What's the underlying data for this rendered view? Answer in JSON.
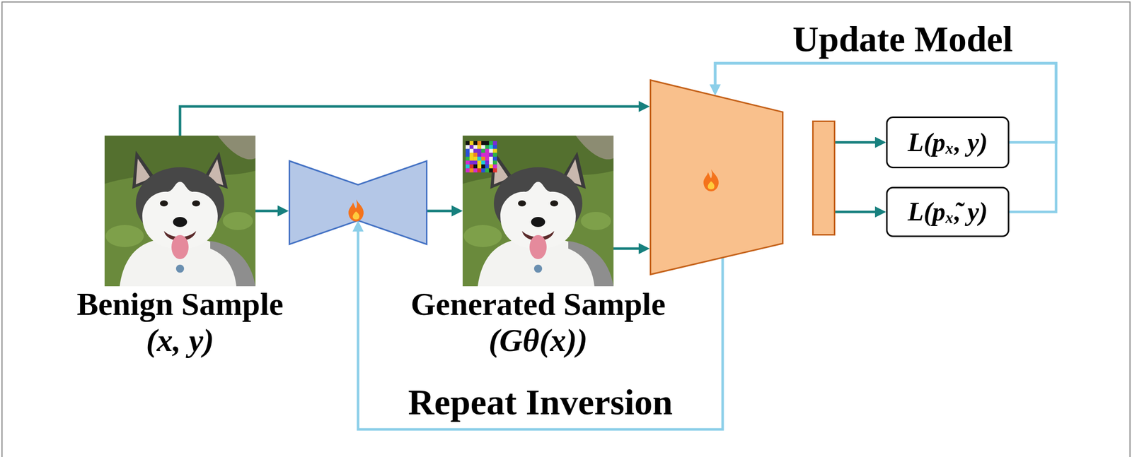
{
  "diagram": {
    "nodes": [
      {
        "text": [
          "Benign Sample",
          "(x, y)"
        ]
      },
      {
        "text": []
      },
      {
        "text": [
          "Generated Sample",
          "(Gθ(x))"
        ]
      },
      {
        "text": []
      },
      {
        "text": []
      },
      {
        "text": [
          "L(pₓ, y)"
        ]
      },
      {
        "text": [
          "L(pₓ̃, y)"
        ]
      }
    ],
    "edges": [
      {
        "from": 0,
        "to": 1,
        "arrow": "to"
      },
      {
        "from": 0,
        "to": 3,
        "arrow": "to"
      },
      {
        "from": 1,
        "to": 2,
        "arrow": "to"
      },
      {
        "from": 2,
        "to": 3,
        "arrow": "to"
      },
      {
        "from": 4,
        "to": 5,
        "arrow": "to"
      },
      {
        "from": 4,
        "to": 6,
        "arrow": "to"
      },
      {
        "from": 5,
        "to": 3,
        "label": "Update Model",
        "arrow": "to"
      },
      {
        "from": 6,
        "to": 3,
        "arrow": "to"
      },
      {
        "from": 3,
        "to": 1,
        "label": "Repeat Inversion",
        "arrow": "to"
      }
    ]
  }
}
